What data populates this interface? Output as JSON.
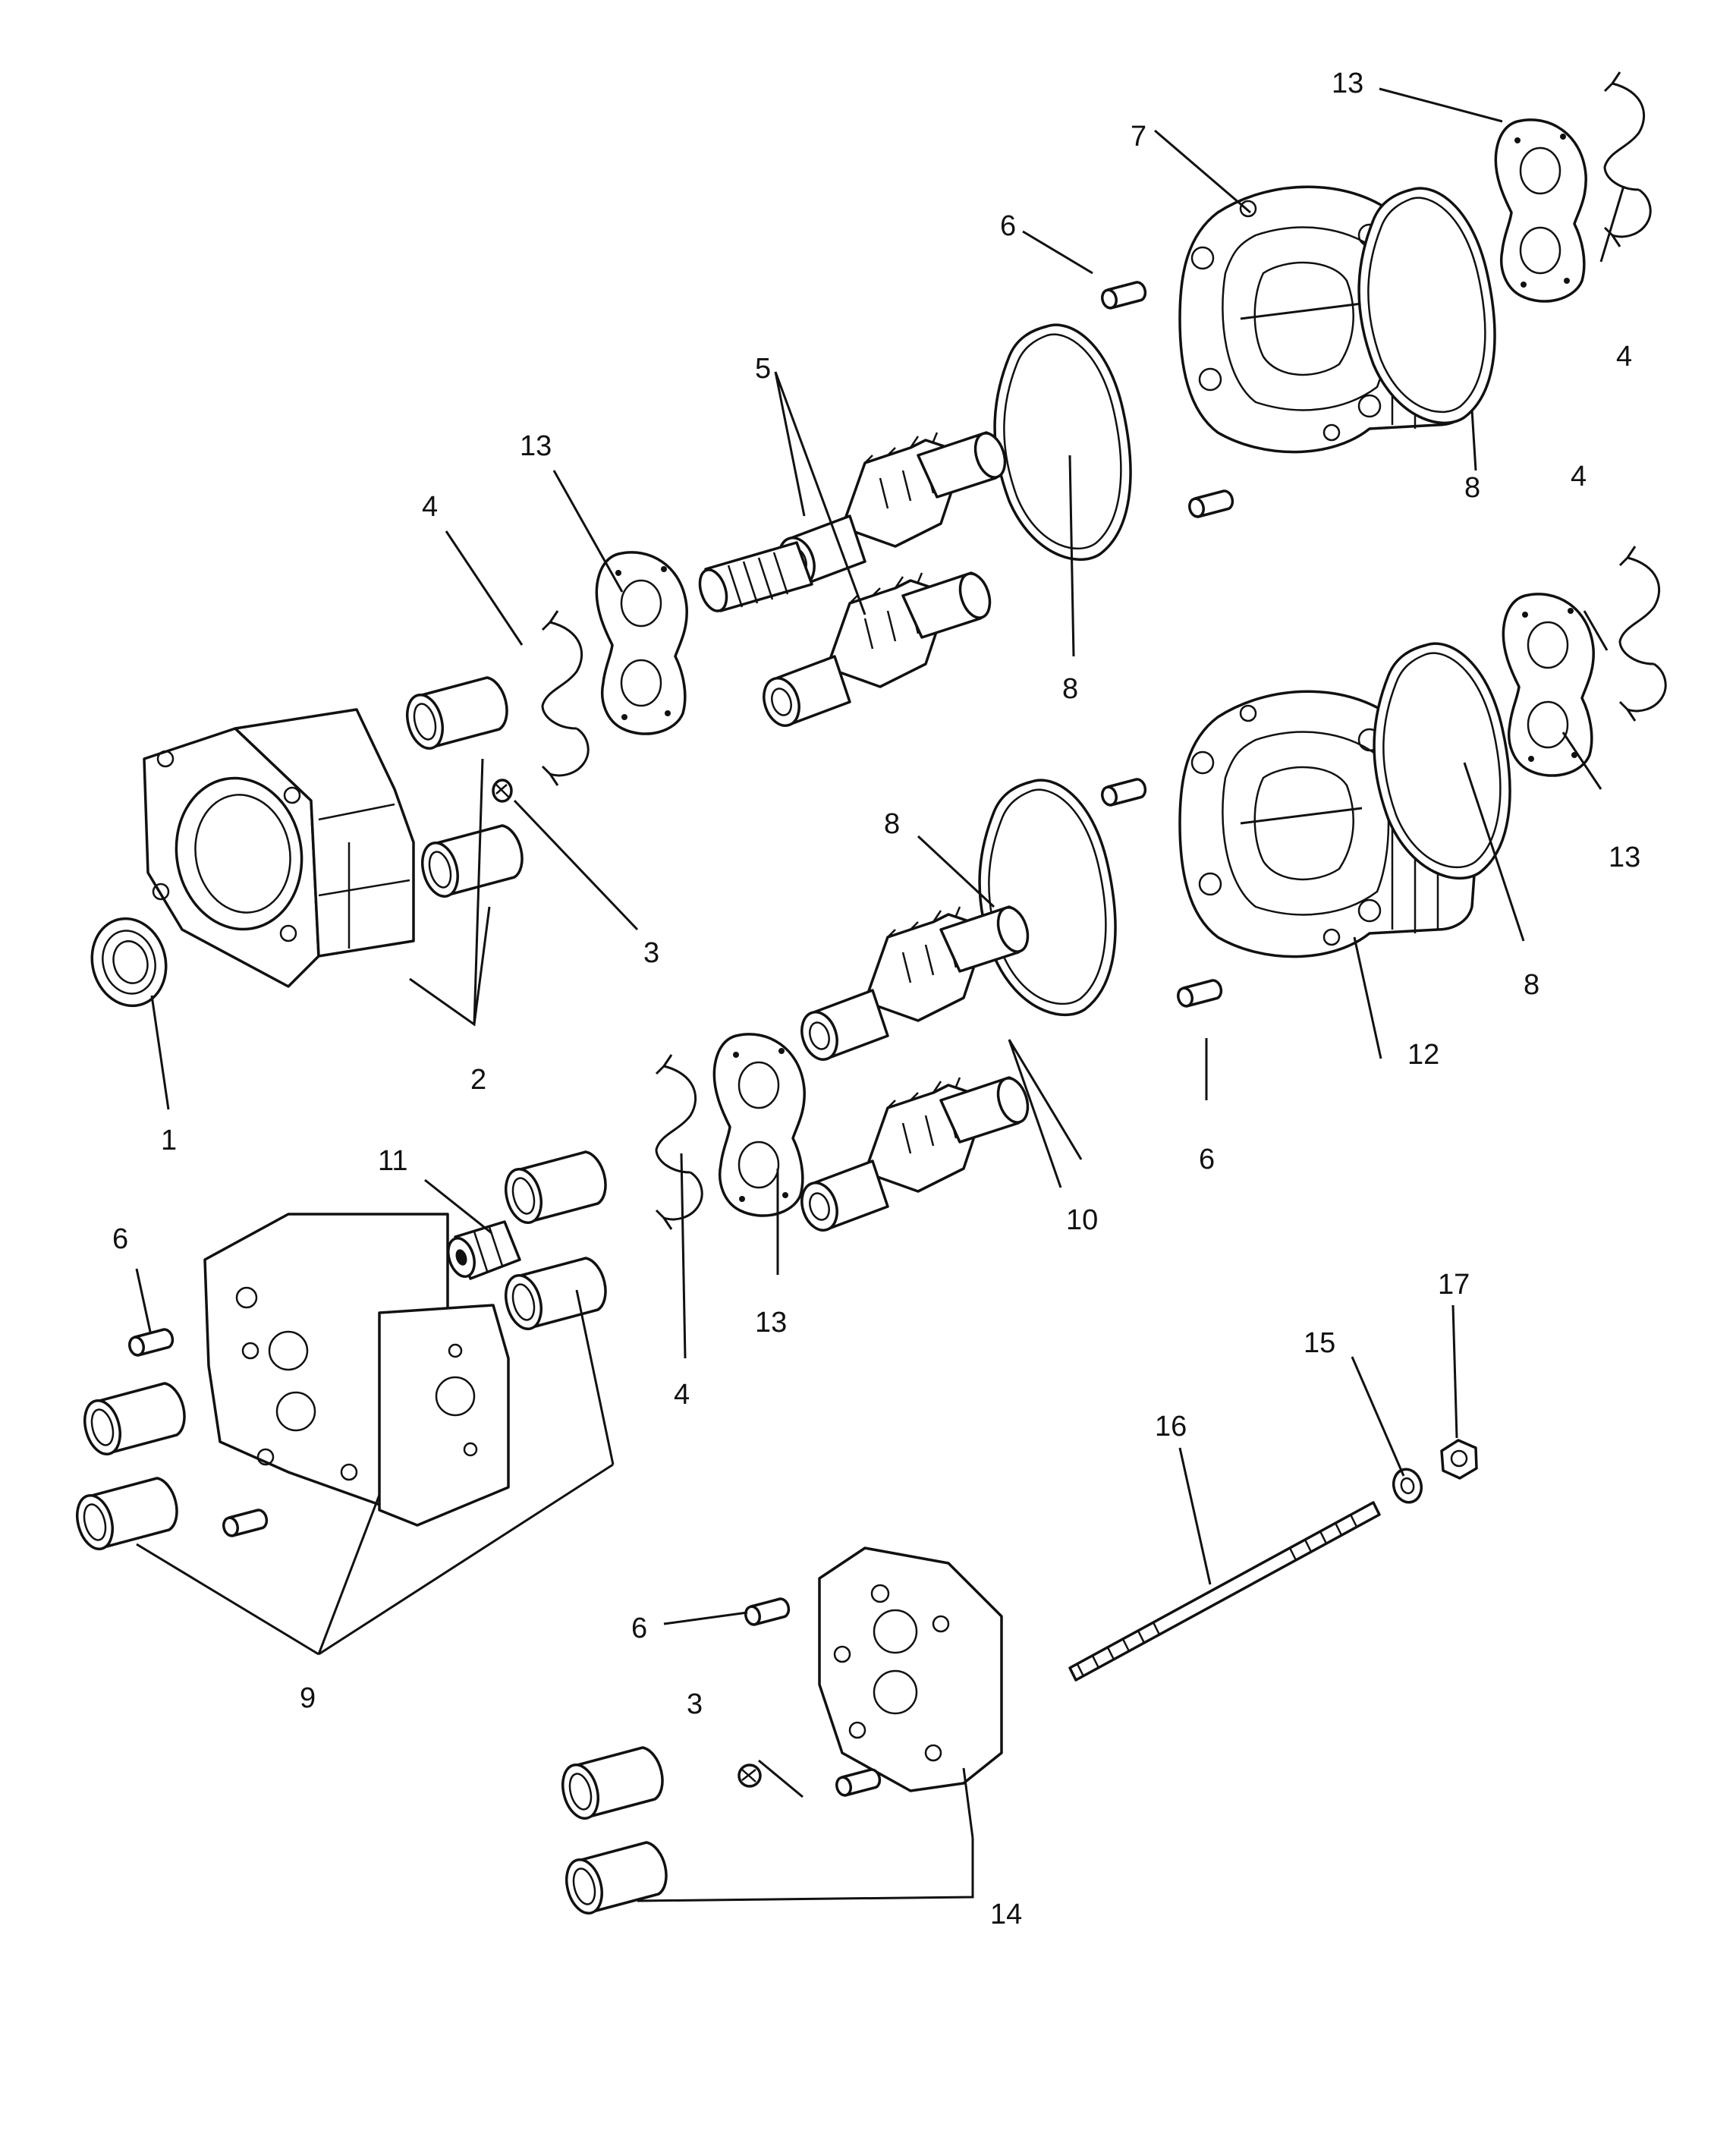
{
  "callouts": [
    {
      "id": "c1",
      "text": "1"
    },
    {
      "id": "c2",
      "text": "2"
    },
    {
      "id": "c3a",
      "text": "3"
    },
    {
      "id": "c3b",
      "text": "3"
    },
    {
      "id": "c4a",
      "text": "4"
    },
    {
      "id": "c4b",
      "text": "4"
    },
    {
      "id": "c4c",
      "text": "4"
    },
    {
      "id": "c4d",
      "text": "4"
    },
    {
      "id": "c5",
      "text": "5"
    },
    {
      "id": "c6a",
      "text": "6"
    },
    {
      "id": "c6b",
      "text": "6"
    },
    {
      "id": "c6c",
      "text": "6"
    },
    {
      "id": "c6d",
      "text": "6"
    },
    {
      "id": "c7",
      "text": "7"
    },
    {
      "id": "c8a",
      "text": "8"
    },
    {
      "id": "c8b",
      "text": "8"
    },
    {
      "id": "c8c",
      "text": "8"
    },
    {
      "id": "c8d",
      "text": "8"
    },
    {
      "id": "c9",
      "text": "9"
    },
    {
      "id": "c10",
      "text": "10"
    },
    {
      "id": "c11",
      "text": "11"
    },
    {
      "id": "c12",
      "text": "12"
    },
    {
      "id": "c13a",
      "text": "13"
    },
    {
      "id": "c13b",
      "text": "13"
    },
    {
      "id": "c13c",
      "text": "13"
    },
    {
      "id": "c13d",
      "text": "13"
    },
    {
      "id": "c14",
      "text": "14"
    },
    {
      "id": "c15",
      "text": "15"
    },
    {
      "id": "c16",
      "text": "16"
    },
    {
      "id": "c17",
      "text": "17"
    }
  ]
}
